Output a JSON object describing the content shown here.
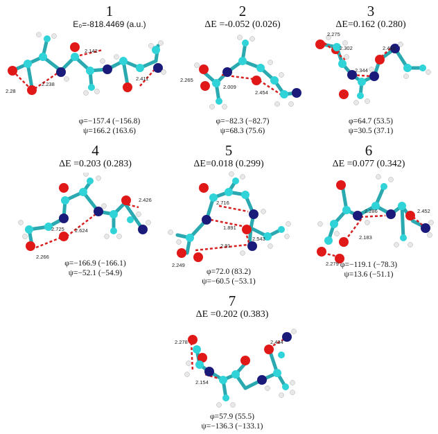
{
  "panels": [
    {
      "number": "1",
      "energy": "E₀=-818.4469 (a.u.)",
      "phi": "φ=−157.4 (−156.8)",
      "psi": "ψ=166.2 (163.6)",
      "distances": [
        "2.142",
        "2.238",
        "2.28",
        "2.411"
      ]
    },
    {
      "number": "2",
      "energy": "ΔE  =-0.052 (0.026)",
      "phi": "φ=−82.3 (−82.7)",
      "psi": "ψ=68.3 (75.6)",
      "distances": [
        "2.265",
        "2.009",
        "2.454"
      ]
    },
    {
      "number": "3",
      "energy": "ΔE=0.162 (0.280)",
      "phi": "φ=64.7 (53.5)",
      "psi": "ψ=30.5 (37.1)",
      "distances": [
        "2.275",
        "2.302",
        "2.433",
        "2.344"
      ]
    },
    {
      "number": "4",
      "energy": "ΔE =0.203 (0.283)",
      "phi": "φ=−166.9 (−166.1)",
      "psi": "ψ=−52.1 (−54.9)",
      "distances": [
        "2.426",
        "2.725",
        "2.624",
        "2.266"
      ]
    },
    {
      "number": "5",
      "energy": "ΔE=0.018 (0.299)",
      "phi": "φ=72.0 (83.2)",
      "psi": "ψ=−60.5 (−53.1)",
      "distances": [
        "2.716",
        "1.891",
        "2.543",
        "2.91",
        "2.249"
      ]
    },
    {
      "number": "6",
      "energy": "ΔE =0.077 (0.342)",
      "phi": "φ=−119.1 (−78.3)",
      "psi": "ψ=13.6 (−51.1)",
      "distances": [
        "2.452",
        "2.286",
        "2.183",
        "2.279"
      ]
    },
    {
      "number": "7",
      "energy": "ΔE =0.202 (0.383)",
      "phi": "φ=57.9 (55.5)",
      "psi": "ψ=−136.3 (−133.1)",
      "distances": [
        "2.278",
        "2.434",
        "2.154"
      ]
    }
  ],
  "atom_colors": {
    "carbon": "#2fd3d8",
    "oxygen": "#e01818",
    "nitrogen": "#1a1a7a",
    "hydrogen": "#e8e8e8",
    "hbond": "#d82020"
  }
}
